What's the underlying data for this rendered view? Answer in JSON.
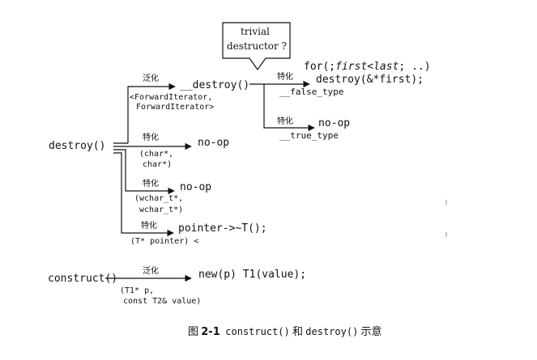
{
  "nodes": {
    "destroy": "destroy()",
    "destroy_internal": "__destroy()",
    "noop_char": "no-op",
    "noop_wchar": "no-op",
    "pointer_dtor": "pointer->~T();",
    "construct": "construct()",
    "placement_new": "new(p) T1(value);",
    "destroy_first": "destroy(&*first);",
    "noop_true": "no-op"
  },
  "loop": {
    "prefix": "for(;",
    "first": "first",
    "less": "<",
    "last": "last",
    "tail": "; ..)"
  },
  "labels": {
    "generalize": "泛化",
    "specialize": "特化"
  },
  "params": {
    "forward_iterator_1": "<ForwardIterator,",
    "forward_iterator_2": "ForwardIterator>",
    "char_1": "(char*,",
    "char_2": "char*)",
    "wchar_1": "(wchar_t*,",
    "wchar_2": "wchar_t*)",
    "tpointer": "(T* pointer) <",
    "t1p_1": "(T1* p,",
    "t1p_2": "const T2& value)"
  },
  "types": {
    "false_type": "__false_type",
    "true_type": "__true_type"
  },
  "question_box": {
    "line1": "trivial",
    "line2": "destructor ?"
  },
  "caption": {
    "fig": "图",
    "num": "2-1",
    "construct": "construct()",
    "and": "和",
    "destroy": "destroy()",
    "diagram": "示意"
  }
}
